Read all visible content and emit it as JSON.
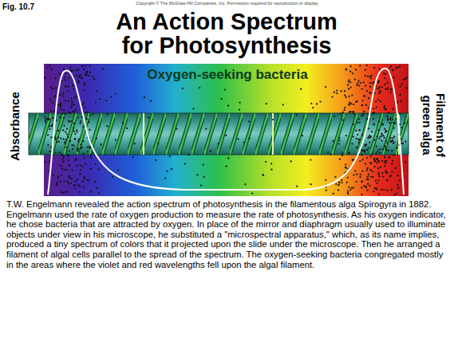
{
  "diagram": {
    "title": "An Action Spectrum for Photosynthesis",
    "caption": "T.W. Engelmann revealed the action spectrum of photosynthesis in the filamentous alga Spirogyra in 1882. Engelmann used the rate of oxygen production to measure the rate of photosynthesis. As his oxygen indicator, he chose bacteria that are attracted by oxygen. In place of the mirror and diaphragm usually used to illuminate objects under view in his microscope, he substituted a \"microspectral apparatus,\" which, as its name implies, produced a tiny spectrum of colors that it projected upon the slide under the microscope. Then he arranged a filament of algal cells parallel to the spread of the spectrum. The oxygen-seeking bacteria congregated mostly in the areas where the violet and red wavelengths fell upon the algal filament.",
    "labels": [
      "Fig. 10.7",
      "Copyright © The McGraw-Hill Companies, Inc. Permission required for reproduction or display.",
      "Oxygen-seeking bacteria",
      "Absorbance",
      "Filament of green alga"
    ]
  }
}
